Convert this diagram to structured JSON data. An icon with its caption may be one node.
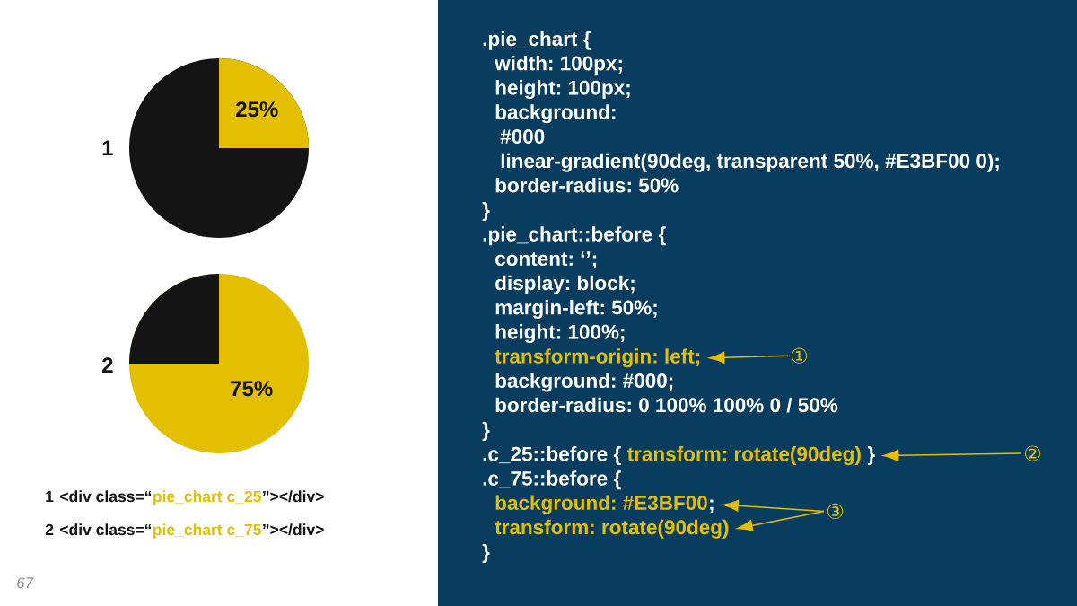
{
  "diagram": {
    "nodes": [
      {
        "text": [
          "transform-origin: left;"
        ]
      },
      {
        "text": [
          "①"
        ]
      },
      {
        "text": [
          "transform: rotate(90deg)"
        ]
      },
      {
        "text": [
          "②"
        ]
      },
      {
        "text": [
          "background: #E3BF00"
        ]
      },
      {
        "text": [
          "③"
        ]
      },
      {
        "text": [
          "transform: rotate(90deg)"
        ]
      }
    ],
    "edges": [
      {
        "from": 1,
        "to": 0,
        "arrow": "to"
      },
      {
        "from": 3,
        "to": 2,
        "arrow": "to"
      },
      {
        "from": 5,
        "to": 4,
        "arrow": "to"
      },
      {
        "from": 5,
        "to": 6,
        "arrow": "to"
      }
    ],
    "labels": [
      "25%",
      "1",
      "2",
      "75%",
      "1",
      "<div class=“",
      "pie_chart c_25",
      "”></div>",
      "2",
      "<div class=“",
      "pie_chart c_75",
      "”></div>",
      "67",
      ".pie_chart {",
      "width: 100px;",
      "height: 100px;",
      "background:",
      "#000",
      "linear-gradient(90deg, transparent 50%, #E3BF00 0);",
      "border-radius: 50%",
      "}",
      ".pie_chart::before {",
      "content: ‘’;",
      "display: block;",
      "margin-left: 50%;",
      "height: 100%;",
      "background: #000;",
      "border-radius: 0 100% 100% 0 / 50%",
      "}",
      ".c_25::before {",
      "}",
      ".c_75::before {",
      ";",
      "}"
    ]
  }
}
